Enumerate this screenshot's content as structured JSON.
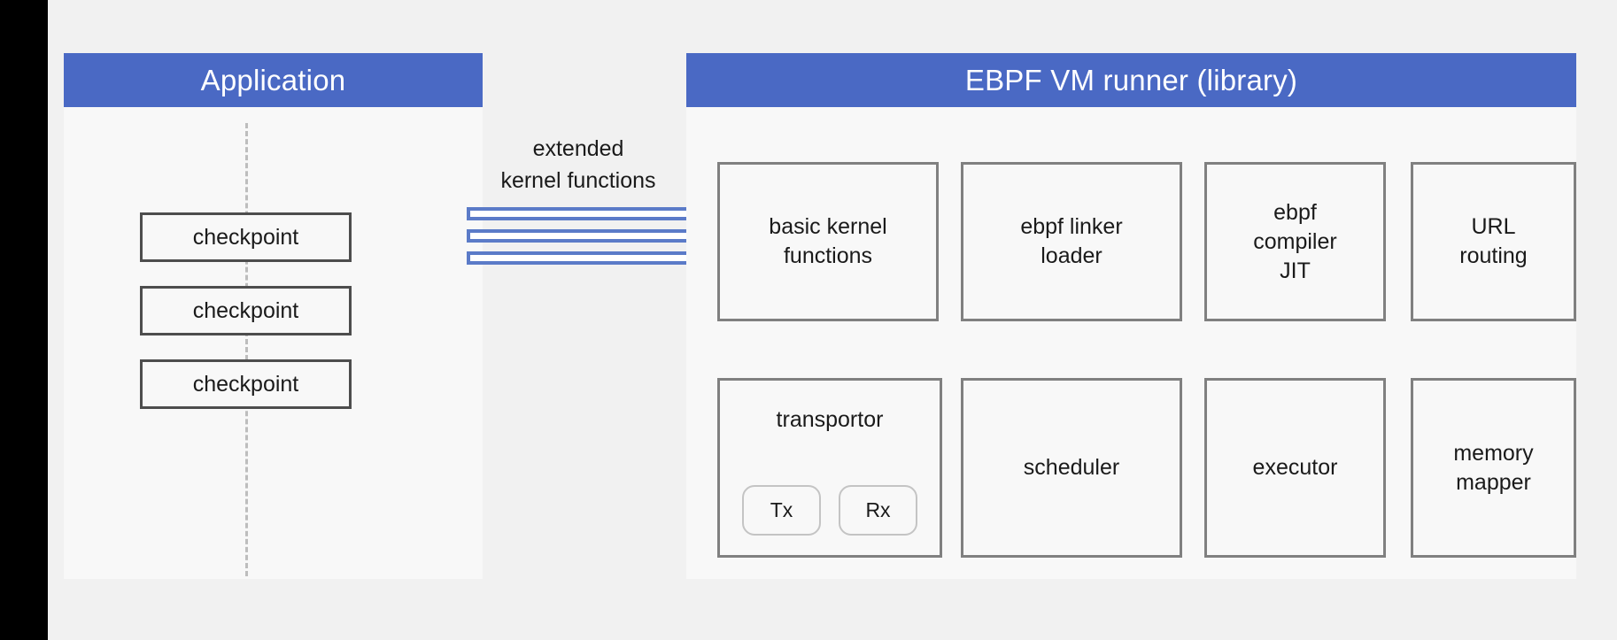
{
  "colors": {
    "header_blue": "#4a69c4",
    "panel_bg": "#f8f8f8",
    "canvas_bg": "#f1f1f1",
    "module_border": "#808080",
    "checkpoint_border": "#4d4d4d",
    "kernel_bar_border": "#5b7bc8",
    "lifeline": "#bdbdbd",
    "gutter": "#000000"
  },
  "application_panel": {
    "title": "Application",
    "checkpoints": [
      {
        "label": "checkpoint"
      },
      {
        "label": "checkpoint"
      },
      {
        "label": "checkpoint"
      }
    ]
  },
  "connector": {
    "label": "extended\nkernel functions",
    "bars": [
      {
        "name": "kernel-function-bar-1"
      },
      {
        "name": "kernel-function-bar-2"
      },
      {
        "name": "kernel-function-bar-3"
      }
    ]
  },
  "vm_panel": {
    "title": "EBPF VM runner (library)",
    "rows": [
      {
        "modules": [
          {
            "name": "basic-kernel-functions",
            "label": "basic kernel\nfunctions"
          },
          {
            "name": "ebpf-linker-loader",
            "label": "ebpf linker\nloader"
          },
          {
            "name": "ebpf-compiler-jit",
            "label": "ebpf\ncompiler\nJIT"
          },
          {
            "name": "url-routing",
            "label": "URL\nrouting"
          }
        ]
      },
      {
        "modules": [
          {
            "name": "transportor",
            "label": "transportor",
            "pills": [
              {
                "label": "Tx"
              },
              {
                "label": "Rx"
              }
            ]
          },
          {
            "name": "scheduler",
            "label": "scheduler"
          },
          {
            "name": "executor",
            "label": "executor"
          },
          {
            "name": "memory-mapper",
            "label": "memory\nmapper"
          }
        ]
      }
    ]
  }
}
